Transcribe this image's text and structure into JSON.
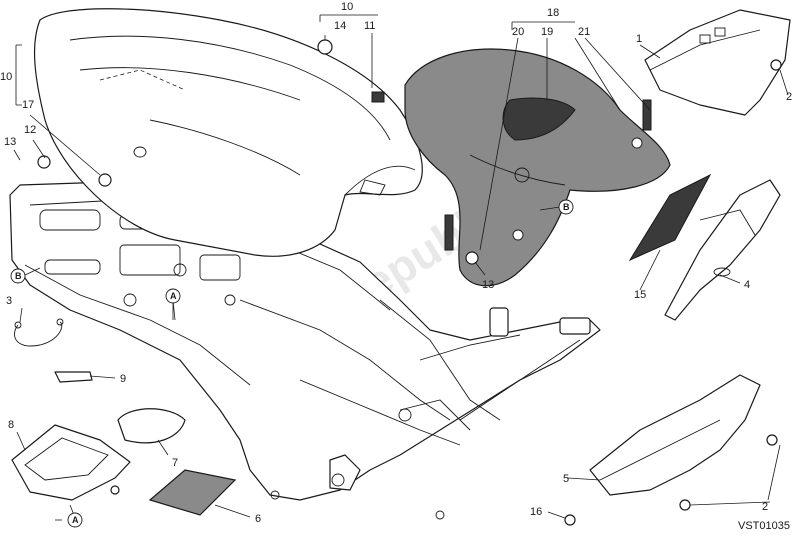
{
  "watermark": "PartsRepublik",
  "drawing_code": "VST01035",
  "callouts": {
    "c1": "1",
    "c2a": "2",
    "c2b": "2",
    "c3": "3",
    "c4": "4",
    "c5": "5",
    "c6": "6",
    "c7": "7",
    "c8": "8",
    "c9": "9",
    "c10a": "10",
    "c10b": "10",
    "c11": "11",
    "c12": "12",
    "c13a": "13",
    "c13b": "13",
    "c14": "14",
    "c15": "15",
    "c16": "16",
    "c17": "17",
    "c18": "18",
    "c19": "19",
    "c20": "20",
    "c21": "21"
  },
  "refs": {
    "a1": "A",
    "a2": "A",
    "b1": "B",
    "b2": "B"
  }
}
